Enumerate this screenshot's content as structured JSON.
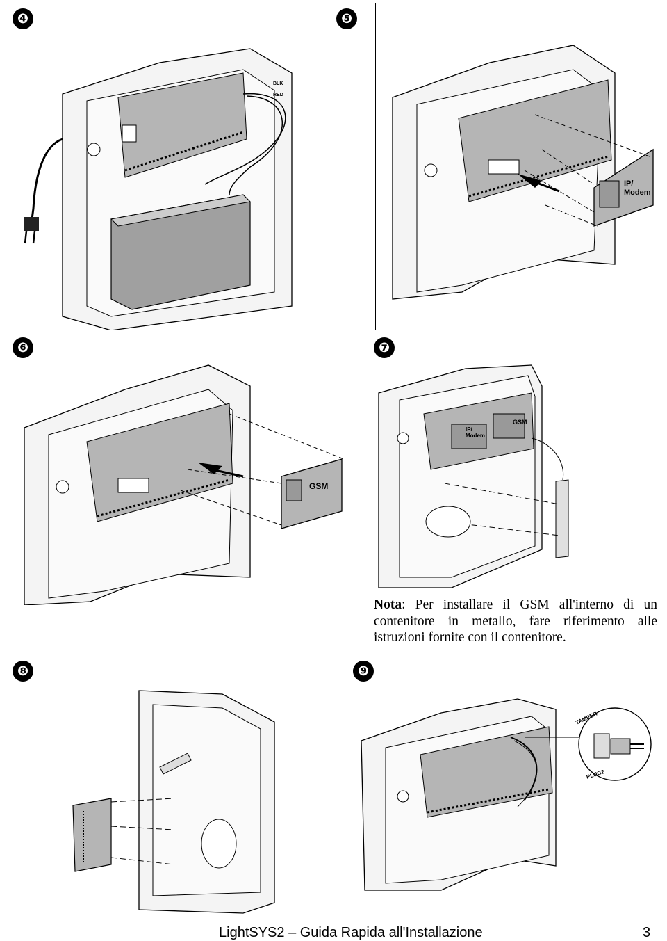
{
  "steps": {
    "s4": "❹",
    "s5": "❺",
    "s6": "❻",
    "s7": "❼",
    "s8": "❽",
    "s9": "❾"
  },
  "diagram_labels": {
    "blk": "BLK",
    "red": "RED",
    "ip_modem_line1": "IP/",
    "ip_modem_line2": "Modem",
    "gsm": "GSM",
    "tamper": "TAMPER",
    "plug2": "PLUG2"
  },
  "note": {
    "label": "Nota",
    "text": ": Per installare il GSM all'interno di un contenitore in metallo, fare riferimento alle istruzioni fornite con il contenitore."
  },
  "footer": {
    "title": "LightSYS2 – Guida Rapida all'Installazione",
    "page": "3"
  },
  "colors": {
    "line": "#000000",
    "housing": "#f4f4f4",
    "board": "#b5b5b5",
    "battery": "#a0a0a0"
  }
}
